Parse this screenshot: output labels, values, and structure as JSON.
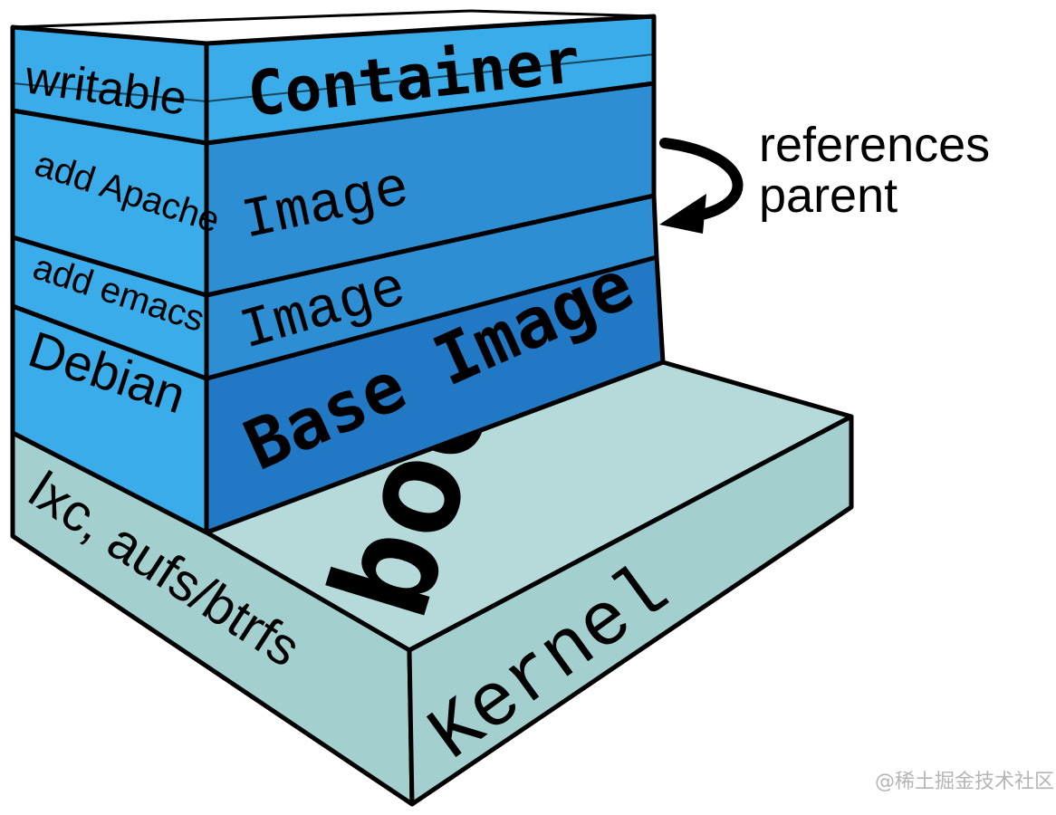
{
  "colors": {
    "container_layer": "#3aacea",
    "image_layer": "#2d8ed3",
    "base_layer": "#2178c4",
    "kernel_face": "#a4cfcf",
    "kernel_top": "#b6dada",
    "outline": "#000000",
    "watermark": "#b5b5b5"
  },
  "layers": {
    "writable": {
      "side_label": "writable",
      "face_label": "Container"
    },
    "apache": {
      "side_label": "add Apache",
      "face_label": "Image"
    },
    "emacs": {
      "side_label": "add emacs",
      "face_label": "Image"
    },
    "debian": {
      "side_label": "Debian",
      "face_label": "Base Image"
    },
    "kernel": {
      "side_label": "lxc, aufs/btrfs",
      "top_label": "bootfs",
      "face_label": "Kernel"
    }
  },
  "annotation": {
    "line1": "references",
    "line2": "parent"
  },
  "watermark": "@稀土掘金技术社区"
}
